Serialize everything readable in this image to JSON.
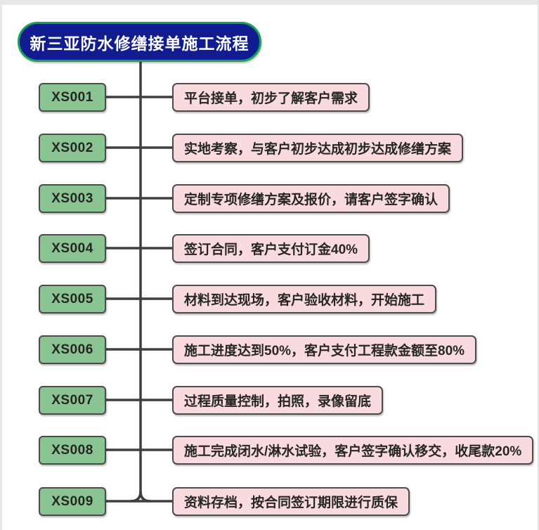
{
  "title": "新三亚防水修缮接单施工流程",
  "steps": [
    {
      "code": "XS001",
      "label": "平台接单，初步了解客户需求"
    },
    {
      "code": "XS002",
      "label": "实地考察，与客户初步达成初步达成修缮方案"
    },
    {
      "code": "XS003",
      "label": "定制专项修缮方案及报价，请客户签字确认"
    },
    {
      "code": "XS004",
      "label": "签订合同，客户支付订金40%"
    },
    {
      "code": "XS005",
      "label": "材料到达现场，客户验收材料，开始施工"
    },
    {
      "code": "XS006",
      "label": "施工进度达到50%，客户支付工程款金额至80%"
    },
    {
      "code": "XS007",
      "label": "过程质量控制，拍照，录像留底"
    },
    {
      "code": "XS008",
      "label": "施工完成闭水/淋水试验，客户签字确认移交，收尾款20%"
    },
    {
      "code": "XS009",
      "label": "资料存档，按合同签订期限进行质保"
    }
  ],
  "colors": {
    "title_fill": "#101c90",
    "title_border": "#14a457",
    "step_fill": "#8ac493",
    "step_border": "#4c4c4c",
    "label_fill": "#f9dbdf",
    "label_border": "#4c4c4c",
    "connector": "#3f3f3f"
  }
}
